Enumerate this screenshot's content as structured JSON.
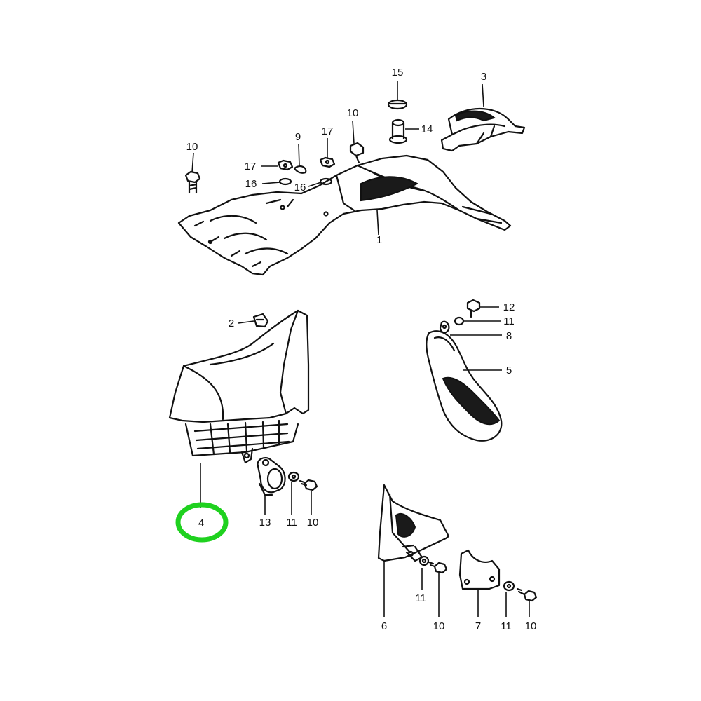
{
  "callouts": {
    "c1": "1",
    "c2": "2",
    "c3": "3",
    "c4": "4",
    "c5": "5",
    "c6": "6",
    "c7": "7",
    "c8": "8",
    "c9": "9",
    "c10a": "10",
    "c10b": "10",
    "c10c": "10",
    "c10d": "10",
    "c10e": "10",
    "c11a": "11",
    "c11b": "11",
    "c11c": "11",
    "c11d": "11",
    "c12": "12",
    "c13": "13",
    "c14": "14",
    "c15": "15",
    "c16a": "16",
    "c16b": "16",
    "c17a": "17",
    "c17b": "17"
  },
  "highlight": {
    "part": "4",
    "color": "#1fd11f"
  }
}
